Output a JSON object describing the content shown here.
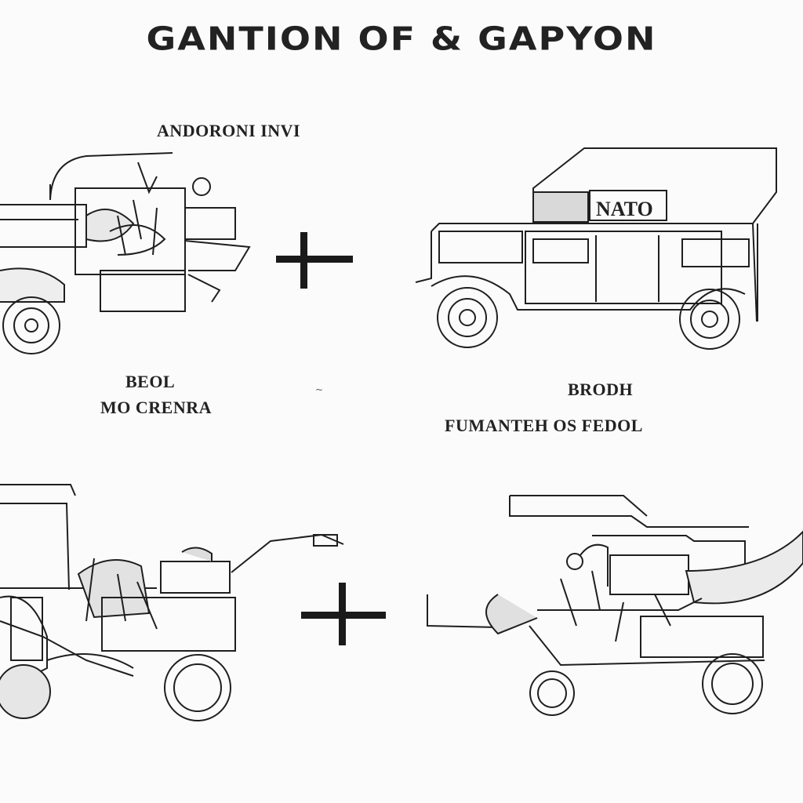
{
  "title": "GANTION OF & GAPYON",
  "labels": {
    "top_left_header": "ANDORONI INVI",
    "bottom_left_line1": "BEOL",
    "bottom_left_line2": "MO CRENRA",
    "bottom_right_line1": "BRODH",
    "bottom_right_line2": "FUMANTEH OS FEDOL",
    "truck_panel": "NATO"
  },
  "glyphs": {
    "operator": "+",
    "center_speck": "~"
  },
  "icons": [
    "loader-vehicle-icon",
    "utility-truck-icon",
    "tractor-icon",
    "harvester-icon",
    "plus-icon"
  ]
}
